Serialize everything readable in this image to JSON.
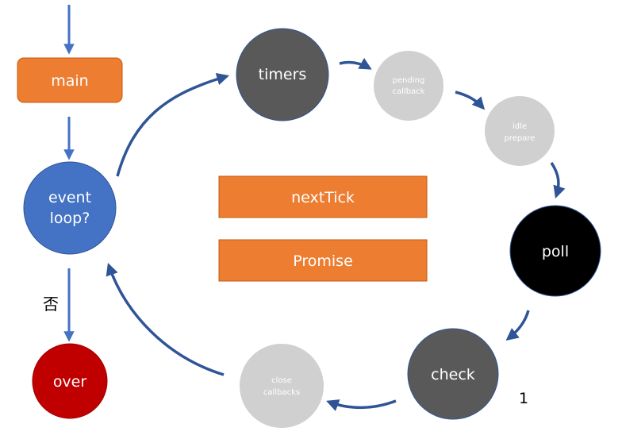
{
  "nodes": {
    "main": {
      "label": "main",
      "color": "#ED7D31"
    },
    "event_loop": {
      "line1": "event",
      "line2": "loop?",
      "color": "#4472C4"
    },
    "no_label": "否",
    "over": {
      "label": "over",
      "color": "#C00000"
    },
    "timers": {
      "label": "timers",
      "color": "#595959"
    },
    "pending": {
      "line1": "pending",
      "line2": "callback",
      "color": "#D0D0D0"
    },
    "idle": {
      "line1": "idle",
      "line2": "prepare",
      "color": "#D0D0D0"
    },
    "poll": {
      "label": "poll",
      "color": "#000000"
    },
    "check": {
      "label": "check",
      "color": "#595959"
    },
    "close": {
      "line1": "close",
      "line2": "callbacks",
      "color": "#D0D0D0"
    },
    "next_tick": {
      "label": "nextTick",
      "color": "#ED7D31"
    },
    "promise": {
      "label": "Promise",
      "color": "#ED7D31"
    },
    "annotation_1": "1"
  },
  "arrow_color": "#2F5597"
}
